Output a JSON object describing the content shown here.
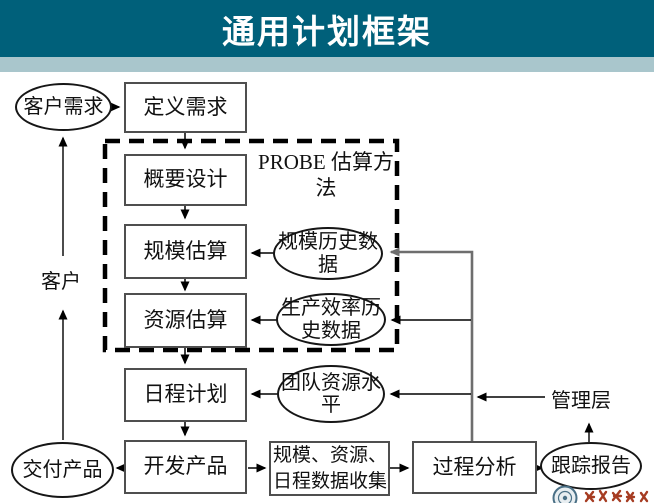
{
  "title": "通用计划框架",
  "colors": {
    "banner_bg": "#00607a",
    "banner_strip": "#a9c6cc",
    "box_border": "#4f4f4f",
    "diagram_line": "#000000",
    "connector_gray": "#7d7d7d",
    "logo_red": "#a63c22"
  },
  "nodes": {
    "customer_needs": {
      "label": "客户需求"
    },
    "define_requirements": {
      "label": "定义需求"
    },
    "preliminary_design": {
      "label": "概要设计"
    },
    "size_estimation": {
      "label": "规模估算"
    },
    "resource_estimation": {
      "label": "资源估算"
    },
    "probe_method": {
      "label": "PROBE 估算方法"
    },
    "size_history": {
      "label": "规模历史数据"
    },
    "productivity_history": {
      "label": "生产效率历史数据"
    },
    "customer": {
      "label": "客户"
    },
    "schedule_plan": {
      "label": "日程计划"
    },
    "team_resource_level": {
      "label": "团队资源水平"
    },
    "management": {
      "label": "管理层"
    },
    "deliver_product": {
      "label": "交付产品"
    },
    "develop_product": {
      "label": "开发产品"
    },
    "data_collection": {
      "label": "规模、资源、日程数据收集"
    },
    "process_analysis": {
      "label": "过程分析"
    },
    "tracking_report": {
      "label": "跟踪报告"
    }
  },
  "footer": {
    "logo_icon": "university-seal-icon"
  }
}
